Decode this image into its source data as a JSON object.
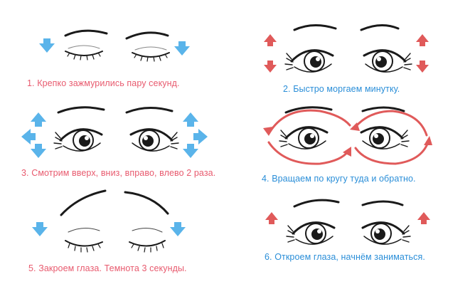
{
  "colors": {
    "pink": "#e85a6e",
    "blue": "#2a8ed8",
    "arrow_blue": "#5ab4ea",
    "arrow_red": "#e05a5a",
    "ink": "#1a1a1a"
  },
  "steps": [
    {
      "text": "1. Крепко зажмурились пару секунд.",
      "color": "pink",
      "eyes": "closed-tight",
      "arrows": "down"
    },
    {
      "text": "2. Быстро моргаем минутку.",
      "color": "blue",
      "eyes": "open",
      "arrows": "up-down"
    },
    {
      "text": "3. Смотрим вверх, вниз, вправо, влево 2 раза.",
      "color": "pink",
      "eyes": "open",
      "arrows": "four-way"
    },
    {
      "text": "4. Вращаем по кругу туда и обратно.",
      "color": "blue",
      "eyes": "open",
      "arrows": "circular"
    },
    {
      "text": "5. Закроем глаза. Темнота 3 секунды.",
      "color": "pink",
      "eyes": "closed",
      "arrows": "down"
    },
    {
      "text": "6. Откроем глаза, начнём заниматься.",
      "color": "blue",
      "eyes": "opening",
      "arrows": "up"
    }
  ]
}
